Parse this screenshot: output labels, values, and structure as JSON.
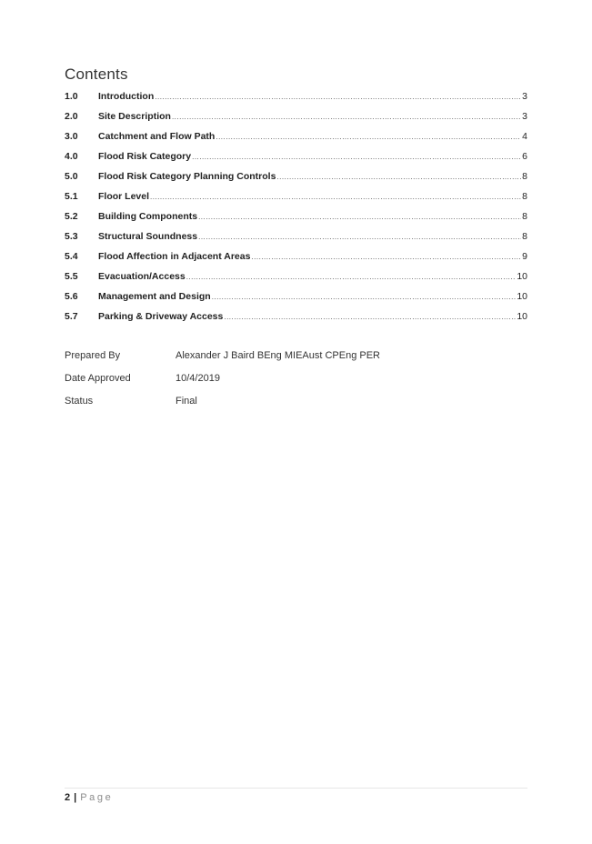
{
  "document": {
    "contents_title": "Contents",
    "toc": [
      {
        "num": "1.0",
        "title": "Introduction",
        "page": "3"
      },
      {
        "num": "2.0",
        "title": "Site Description",
        "page": "3"
      },
      {
        "num": "3.0",
        "title": "Catchment and Flow Path",
        "page": "4"
      },
      {
        "num": "4.0",
        "title": "Flood Risk Category",
        "page": "6"
      },
      {
        "num": "5.0",
        "title": "Flood Risk Category Planning Controls",
        "page": "8"
      },
      {
        "num": "5.1",
        "title": "Floor Level",
        "page": "8"
      },
      {
        "num": "5.2",
        "title": "Building Components",
        "page": "8"
      },
      {
        "num": "5.3",
        "title": "Structural Soundness",
        "page": "8"
      },
      {
        "num": "5.4",
        "title": "Flood Affection in Adjacent Areas",
        "page": "9"
      },
      {
        "num": "5.5",
        "title": "Evacuation/Access",
        "page": "10"
      },
      {
        "num": "5.6",
        "title": "Management and Design",
        "page": "10"
      },
      {
        "num": "5.7",
        "title": "Parking & Driveway Access",
        "page": "10"
      }
    ],
    "meta": [
      {
        "label": "Prepared By",
        "value": "Alexander J Baird BEng MIEAust CPEng PER"
      },
      {
        "label": "Date Approved",
        "value": "10/4/2019"
      },
      {
        "label": "Status",
        "value": "Final"
      }
    ],
    "footer": {
      "page_number": "2",
      "separator": "|",
      "page_word": "Page"
    }
  }
}
